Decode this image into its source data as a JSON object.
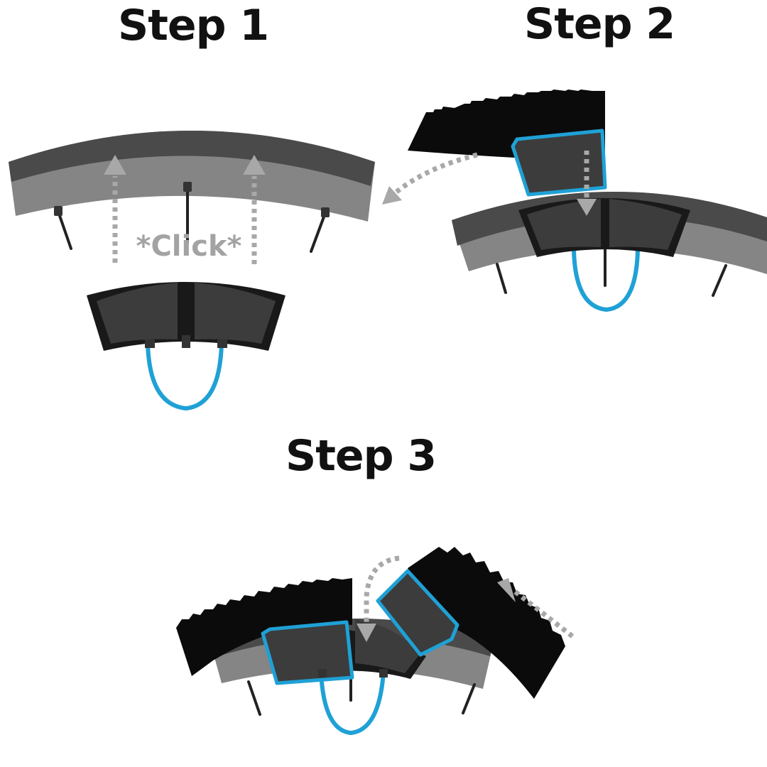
{
  "steps": [
    {
      "title": "Step 1",
      "annotation": "*Click*"
    },
    {
      "title": "Step 2"
    },
    {
      "title": "Step 3"
    }
  ],
  "colors": {
    "rim_dark": "#4a4a4a",
    "rim_light": "#858585",
    "tire": "#0b0b0b",
    "insert_body": "#3c3c3c",
    "insert_outline": "#191919",
    "highlight_blue": "#1fa1d6",
    "arrow_grey": "#a8a8a8"
  }
}
